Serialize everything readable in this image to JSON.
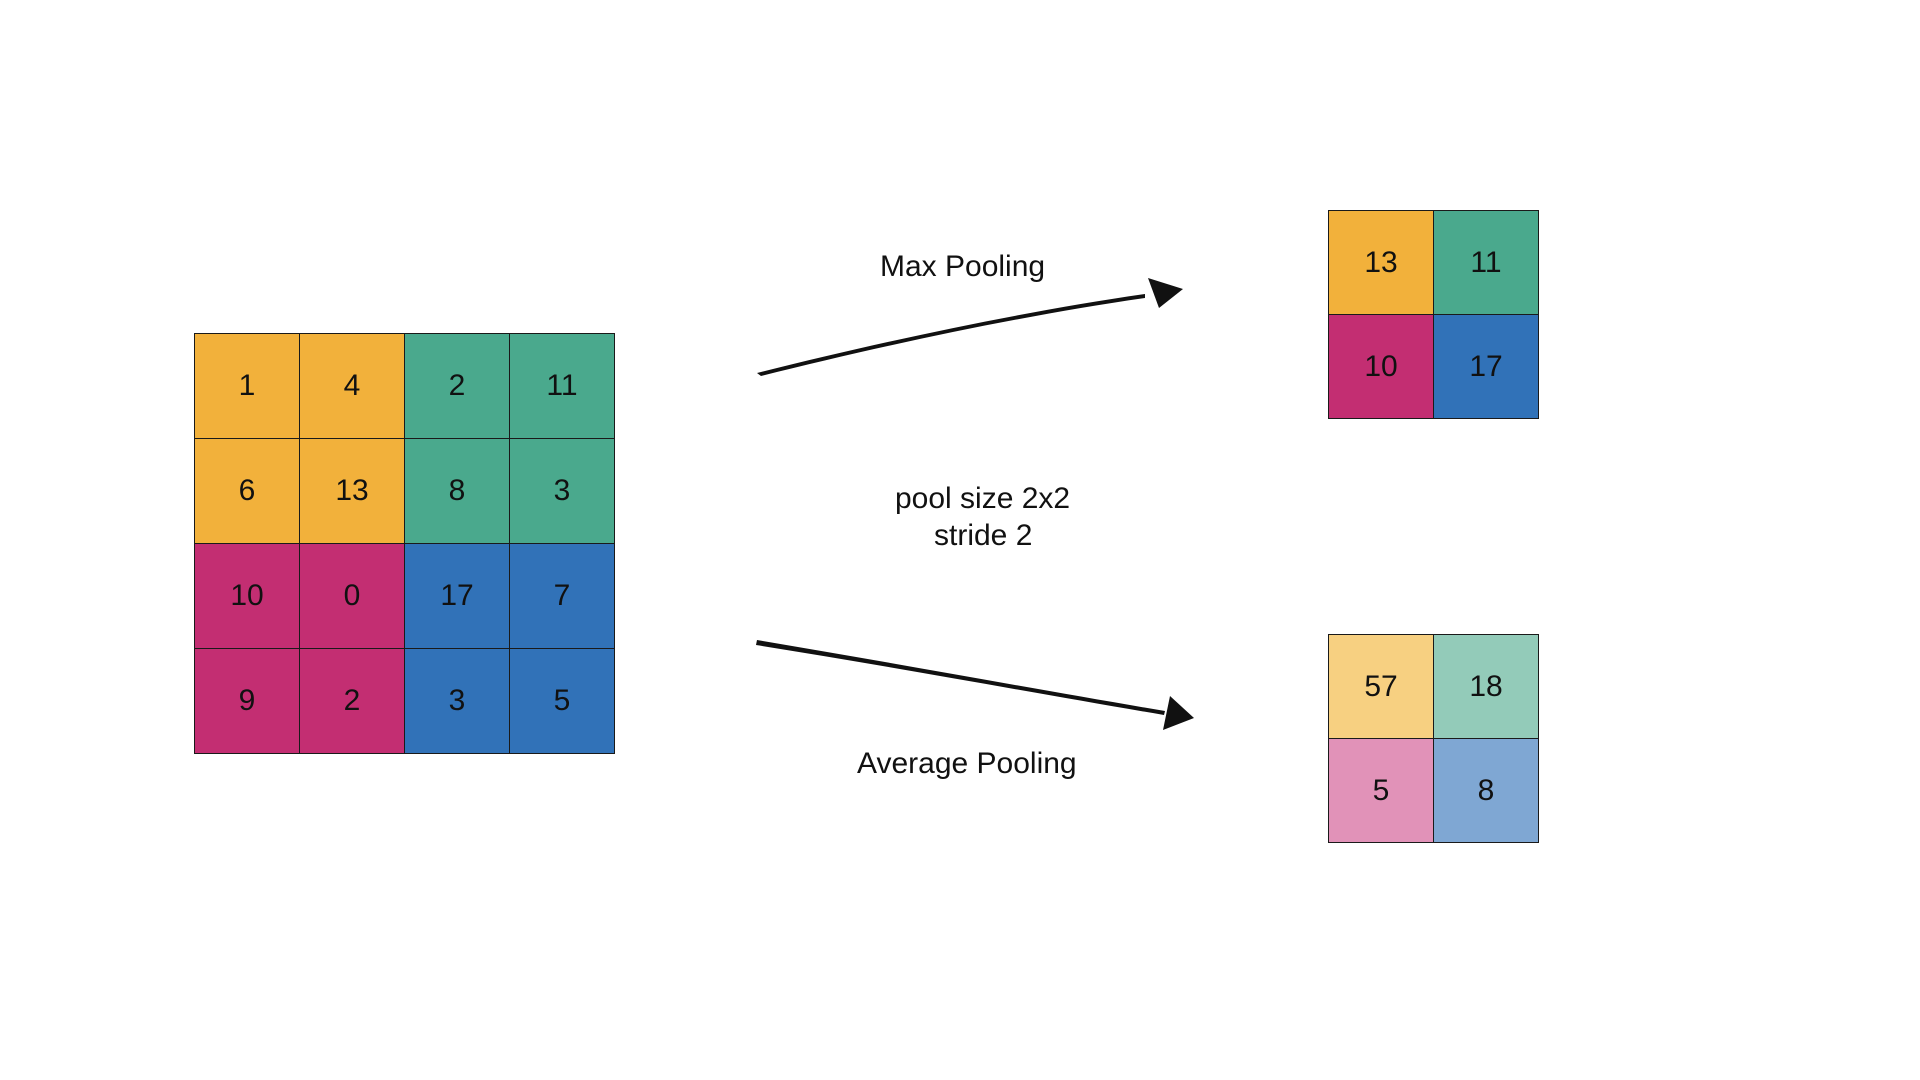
{
  "input_grid": {
    "rows": [
      [
        "1",
        "4",
        "2",
        "11"
      ],
      [
        "6",
        "13",
        "8",
        "3"
      ],
      [
        "10",
        "0",
        "17",
        "7"
      ],
      [
        "9",
        "2",
        "3",
        "5"
      ]
    ]
  },
  "max_pooling": {
    "label": "Max Pooling",
    "values": [
      "13",
      "11",
      "10",
      "17"
    ]
  },
  "average_pooling": {
    "label": "Average Pooling",
    "values": [
      "57",
      "18",
      "5",
      "8"
    ]
  },
  "params": {
    "pool_size": "pool size 2x2",
    "stride": "stride 2"
  },
  "colors": {
    "quadrant_top_left": "#f2b13b",
    "quadrant_top_right": "#4aa98d",
    "quadrant_bottom_left": "#c32e72",
    "quadrant_bottom_right": "#3172b8",
    "avg_top_left": "#f7d081",
    "avg_top_right": "#93cbb9",
    "avg_bottom_left": "#e192b8",
    "avg_bottom_right": "#7fa7d3"
  }
}
